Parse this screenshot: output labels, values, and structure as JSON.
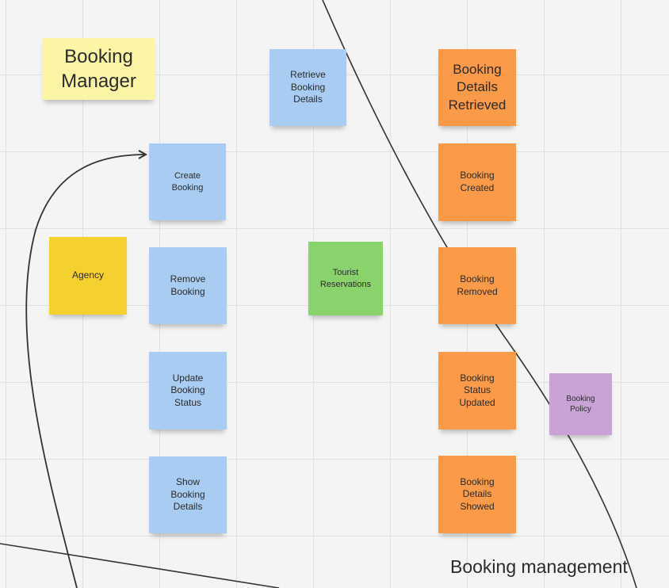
{
  "notes": {
    "booking_manager": "Booking\nManager",
    "retrieve_booking_details": "Retrieve\nBooking\nDetails",
    "booking_details_retrieved": "Booking\nDetails\nRetrieved",
    "create_booking": "Create\nBooking",
    "booking_created": "Booking\nCreated",
    "agency": "Agency",
    "remove_booking": "Remove\nBooking",
    "tourist_reservations": "Tourist\nReservations",
    "booking_removed": "Booking\nRemoved",
    "update_booking_status": "Update\nBooking\nStatus",
    "booking_status_updated": "Booking\nStatus\nUpdated",
    "booking_policy": "Booking\nPolicy",
    "show_booking_details": "Show\nBooking\nDetails",
    "booking_details_showed": "Booking\nDetails\nShowed"
  },
  "section_label": "Booking management",
  "colors": {
    "command": "#a9ccf3",
    "event": "#fb9a48",
    "aggregate": "#fdf5a6",
    "actor": "#f5d12f",
    "read_model": "#8ad36c",
    "policy": "#c9a3d6"
  }
}
